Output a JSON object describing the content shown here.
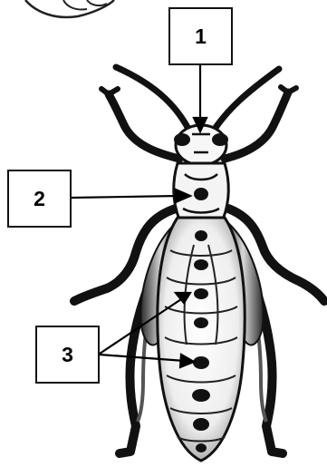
{
  "labels": [
    {
      "id": "1",
      "text": "1"
    },
    {
      "id": "2",
      "text": "2"
    },
    {
      "id": "3",
      "text": "3"
    }
  ],
  "colors": {
    "ink": "#111111",
    "body_fill": "#f4f4f4",
    "background": "#ffffff"
  },
  "icons": {
    "subject": "grasshopper-icon",
    "corner_sketch": "leaf-sketch-icon"
  }
}
